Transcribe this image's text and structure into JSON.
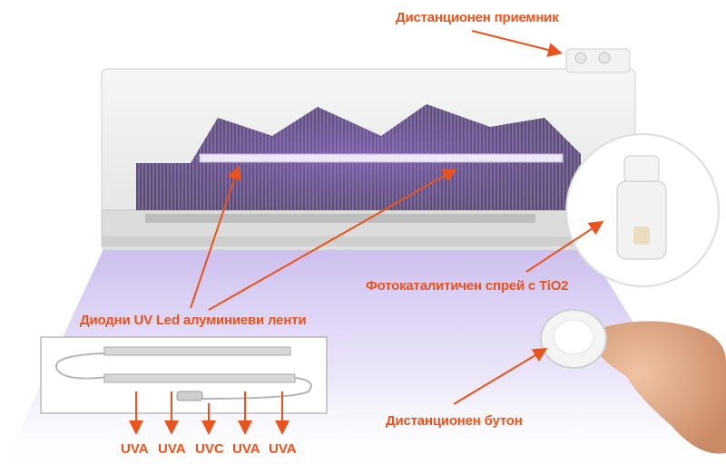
{
  "labels": {
    "remote_receiver": "Дистанционен приемник",
    "led_strips": "Диодни UV Led алуминиеви ленти",
    "photocatalytic_spray": "Фотокаталитичен спрей с TiO2",
    "remote_button": "Дистанционен бутон"
  },
  "uv_types": [
    "UVA",
    "UVA",
    "UVC",
    "UVA",
    "UVA"
  ],
  "colors": {
    "accent": "#e8541b",
    "uv_glow": "#8a5ad8"
  }
}
